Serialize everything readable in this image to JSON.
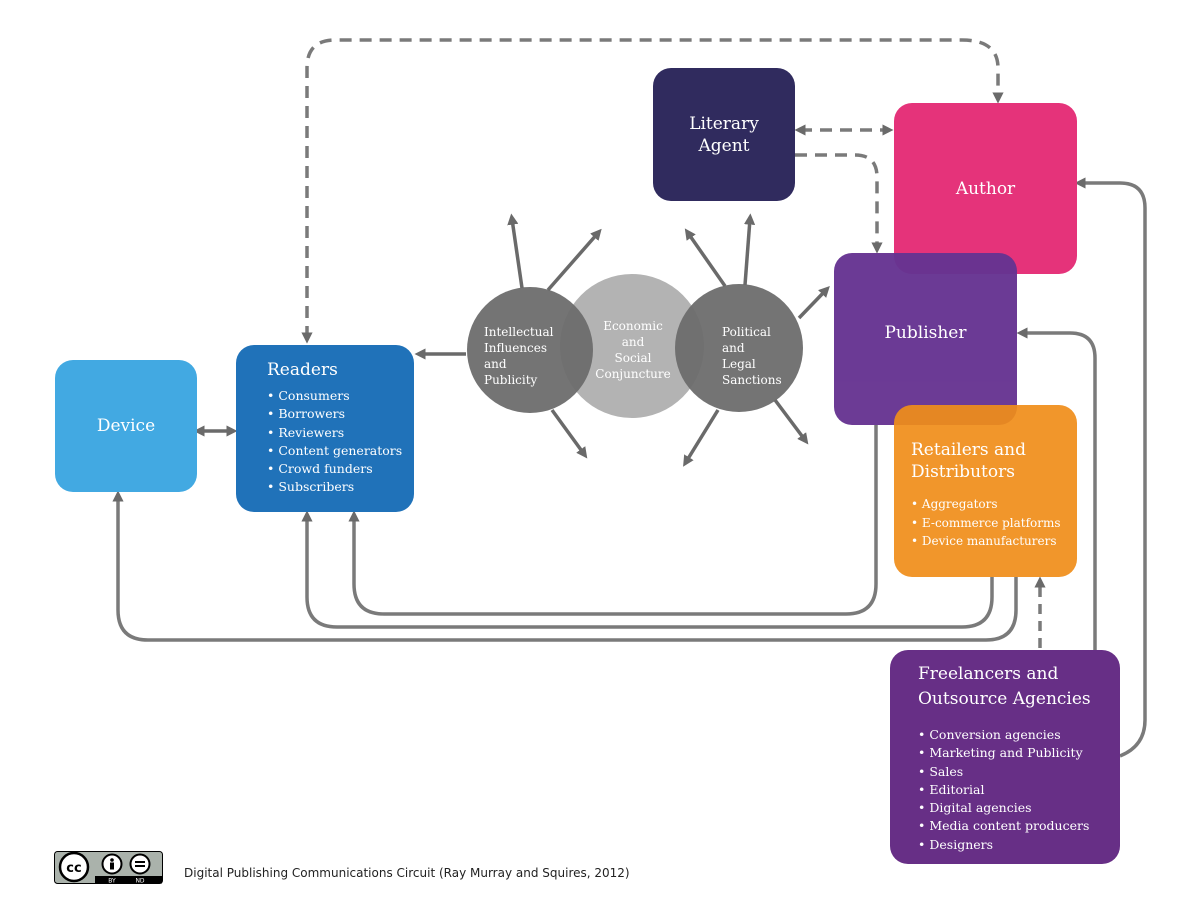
{
  "nodes": {
    "device": {
      "label": "Device",
      "color": "#42a9e2"
    },
    "readers": {
      "title": "Readers",
      "items": [
        "Consumers",
        "Borrowers",
        "Reviewers",
        "Content generators",
        "Crowd funders",
        "Subscribers"
      ],
      "color": "#2072b9"
    },
    "literary_agent": {
      "line1": "Literary",
      "line2": "Agent",
      "color": "#302b5e"
    },
    "author": {
      "label": "Author",
      "color": "#e5337a"
    },
    "publisher": {
      "label": "Publisher",
      "color": "#663391"
    },
    "retailers": {
      "title_line1": "Retailers and",
      "title_line2": "Distributors",
      "items": [
        "Aggregators",
        "E-commerce platforms",
        "Device manufacturers"
      ],
      "color": "#f08e1a"
    },
    "freelancers": {
      "title_line1": "Freelancers and",
      "title_line2": "Outsource Agencies",
      "items": [
        "Conversion agencies",
        "Marketing and Publicity",
        "Sales",
        "Editorial",
        "Digital agencies",
        "Media content producers",
        "Designers"
      ],
      "color": "#672f86"
    }
  },
  "influences": {
    "intellectual": [
      "Intellectual",
      "Influences",
      "and",
      "Publicity"
    ],
    "economic": [
      "Economic",
      "and",
      "Social",
      "Conjuncture"
    ],
    "political": [
      "Political",
      "and",
      "Legal",
      "Sanctions"
    ]
  },
  "footer": {
    "caption": "Digital Publishing Communications Circuit (Ray Murray and Squires, 2012)",
    "license_icon": "cc-by-nd-icon",
    "license_by": "BY",
    "license_nd": "ND"
  },
  "colors": {
    "connector": "#777777",
    "circle_dark": "#6b6b6b",
    "circle_light": "#b3b3b3"
  }
}
